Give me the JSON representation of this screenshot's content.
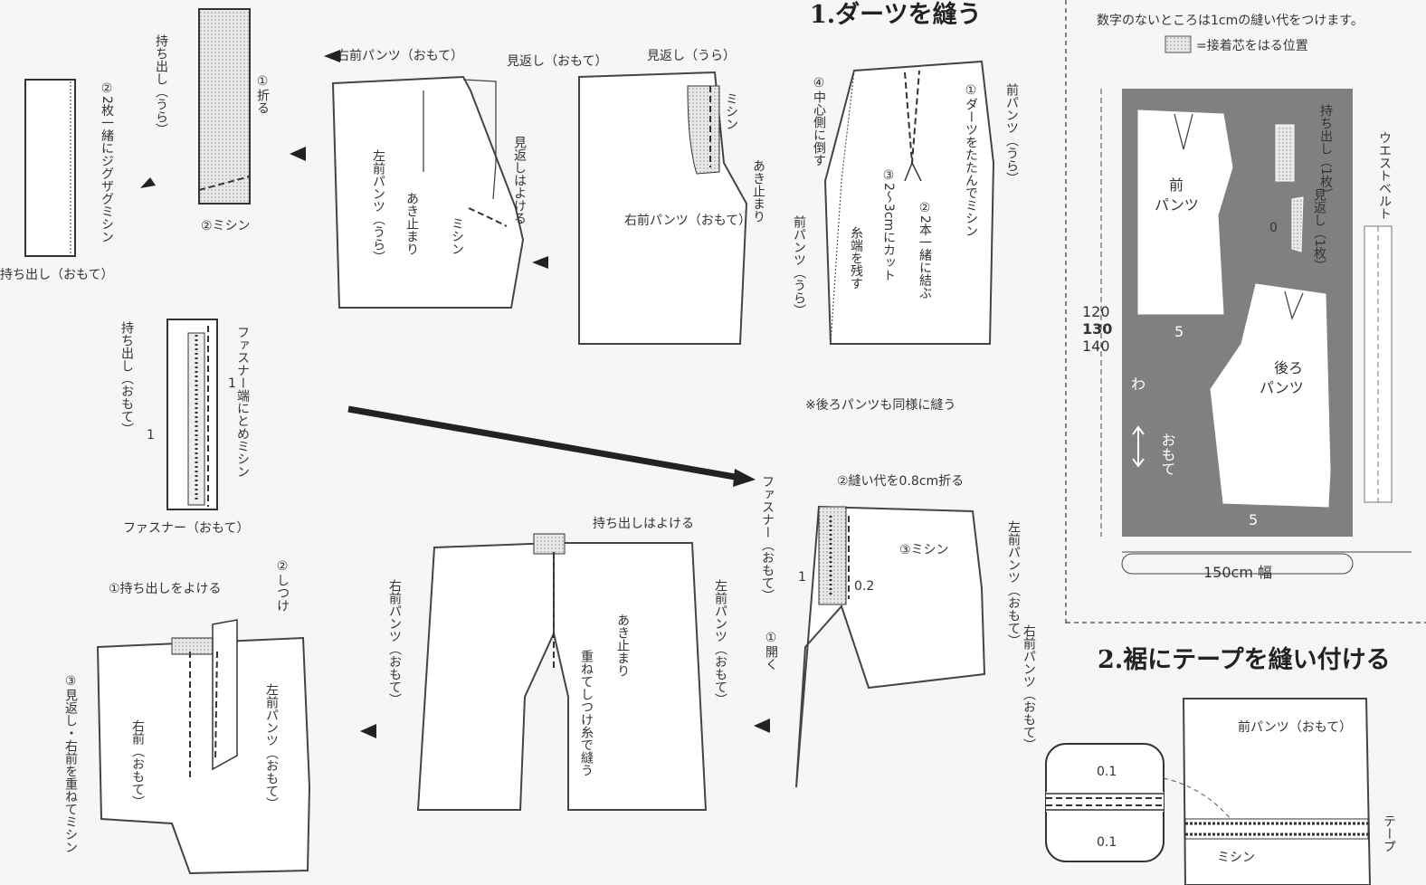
{
  "headings": {
    "step1": "1.ダーツを縫う",
    "step2": "2.裾にテープを縫い付ける"
  },
  "layout_panel": {
    "note": "数字のないところは1cmの縫い代をつけます。",
    "legend": "=接着芯をはる位置",
    "pieces": {
      "front_pants": "前\nパンツ",
      "back_pants": "後ろ\nパンツ",
      "placket": "持ち出し（1枚）",
      "facing": "見返し（1枚）",
      "waist_belt": "ウエストベルト"
    },
    "seam_5a": "5",
    "seam_5b": "5",
    "facing_zero": "0",
    "fold": "わ",
    "grain": "おもて",
    "length_120": "120",
    "length_130": "130",
    "length_140": "140",
    "fabric_width": "150cm 幅"
  },
  "step1_labels": {
    "center_side": "④中心側に倒す",
    "dart_fold": "①ダーツをたたんでミシン",
    "tie": "②2本一緒に結ぶ",
    "cut": "③2〜3cmにカット",
    "leave_thread": "糸端を残す",
    "front_back": "前パンツ（うら）",
    "front_wrong": "前パンツ（うら）",
    "back_note": "※後ろパンツも同様に縫う"
  },
  "top_row": {
    "fold": "①折る",
    "placket_wrong": "持ち出し（うら）",
    "machine": "②ミシン",
    "zigzag": "②2枚一緒にジグザグミシン",
    "placket_right": "持ち出し（おもて）",
    "right_front_face": "右前パンツ（おもて）",
    "facing_face": "見返し（おもて）",
    "facing_aside": "見返しはよける",
    "left_front_wrong": "左前パンツ（うら）",
    "opening_end": "あき止まり",
    "machine2": "ミシン",
    "facing_wrong": "見返し（うら）",
    "machine3": "ミシン",
    "opening_end2": "あき止まり",
    "right_front_face2": "右前パンツ（おもて）"
  },
  "zipper_row": {
    "placket_face": "持ち出し（おもて）",
    "zip_end_stitch": "ファスナー端にとめミシン",
    "zip_face": "ファスナー（おもて）",
    "dim1a": "1",
    "dim1b": "1"
  },
  "bottom_row": {
    "placket_aside": "①持ち出しをよける",
    "baste": "②しつけ",
    "facing_stitch": "③見返し・右前を重ねてミシン",
    "left_front_face": "左前パンツ（おもて）",
    "right_front": "右前（おもて）",
    "placket_aside2": "持ち出しはよける",
    "right_front_face": "右前パンツ（おもて）",
    "left_front_face2": "左前パンツ（おもて）",
    "opening_end": "あき止まり",
    "overlap_baste": "重ねてしつけ糸で縫う",
    "fold_seam": "②縫い代を0.8cm折る",
    "zip_face": "ファスナー（おもて）",
    "machine": "③ミシン",
    "left_front_face3": "左前パンツ（おもて）",
    "open": "①開く",
    "right_front_face3": "右前パンツ（おもて）",
    "dim1": "1",
    "dim02": "0.2"
  },
  "hem": {
    "label": "前パンツ（おもて）",
    "d1": "0.1",
    "d2": "0.1",
    "machine": "ミシン",
    "tape": "テープ"
  },
  "colors": {
    "background": "#f6f6f4",
    "fabric_gray": "#808080",
    "line": "#333333"
  }
}
